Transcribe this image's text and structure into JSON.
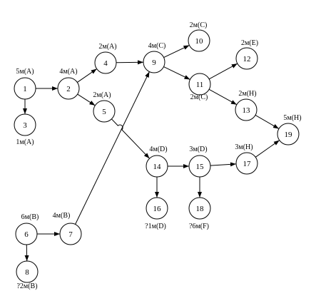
{
  "nodes": [
    {
      "id": "1",
      "label": "5м(A)"
    },
    {
      "id": "2",
      "label": "4м(A)"
    },
    {
      "id": "3",
      "label": "1м(A)"
    },
    {
      "id": "4",
      "label": "2м(A)"
    },
    {
      "id": "5",
      "label": "2м(A)"
    },
    {
      "id": "6",
      "label": "6м(B)"
    },
    {
      "id": "7",
      "label": "4м(B)"
    },
    {
      "id": "8",
      "label": "?2м(B)"
    },
    {
      "id": "9",
      "label": "4м(C)"
    },
    {
      "id": "10",
      "label": "2м(C)"
    },
    {
      "id": "11",
      "label": "2м(C)"
    },
    {
      "id": "12",
      "label": "2м(E)"
    },
    {
      "id": "13",
      "label": "2м(H)"
    },
    {
      "id": "14",
      "label": "4м(D)"
    },
    {
      "id": "15",
      "label": "3м(D)"
    },
    {
      "id": "16",
      "label": "?1м(D)"
    },
    {
      "id": "17",
      "label": "3м(H)"
    },
    {
      "id": "18",
      "label": "?6м(F)"
    },
    {
      "id": "19",
      "label": "5м(H)"
    }
  ],
  "edges": [
    [
      "1",
      "2"
    ],
    [
      "1",
      "3"
    ],
    [
      "2",
      "4"
    ],
    [
      "2",
      "5"
    ],
    [
      "4",
      "9"
    ],
    [
      "5",
      "14"
    ],
    [
      "6",
      "7"
    ],
    [
      "6",
      "8"
    ],
    [
      "7",
      "9"
    ],
    [
      "9",
      "10"
    ],
    [
      "9",
      "11"
    ],
    [
      "11",
      "12"
    ],
    [
      "11",
      "13"
    ],
    [
      "13",
      "19"
    ],
    [
      "14",
      "15"
    ],
    [
      "14",
      "16"
    ],
    [
      "15",
      "17"
    ],
    [
      "15",
      "18"
    ],
    [
      "17",
      "19"
    ]
  ]
}
